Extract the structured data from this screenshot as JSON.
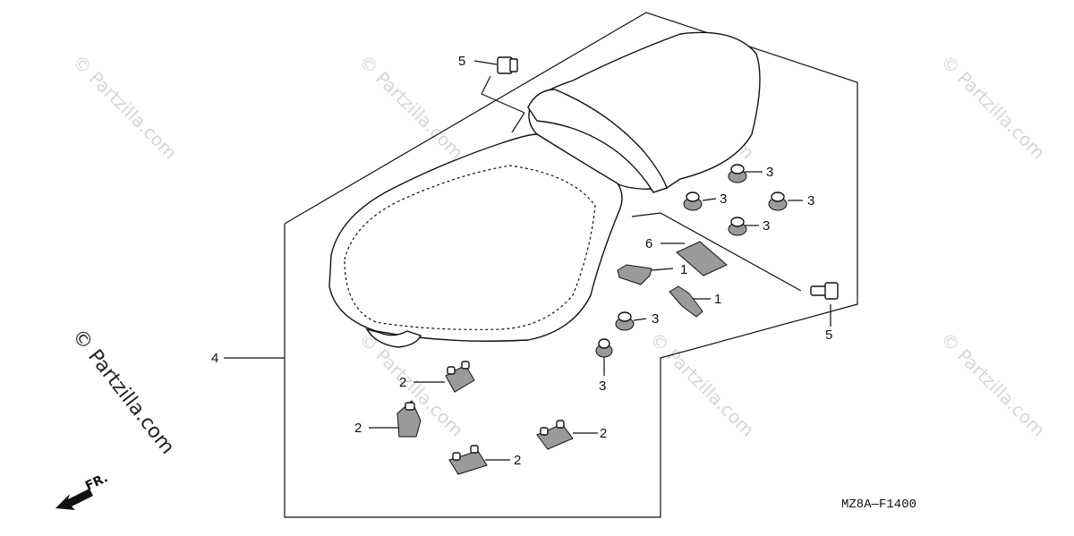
{
  "diagram": {
    "drawing_code": "MZ8A—F1400",
    "front_marker": "FR.",
    "watermark": "© Partzilla.com",
    "callouts": {
      "c1a": "1",
      "c1b": "1",
      "c2a": "2",
      "c2b": "2",
      "c2c": "2",
      "c2d": "2",
      "c3a": "3",
      "c3b": "3",
      "c3c": "3",
      "c3d": "3",
      "c3e": "3",
      "c3f": "3",
      "c4": "4",
      "c5a": "5",
      "c5b": "5",
      "c6": "6"
    }
  }
}
